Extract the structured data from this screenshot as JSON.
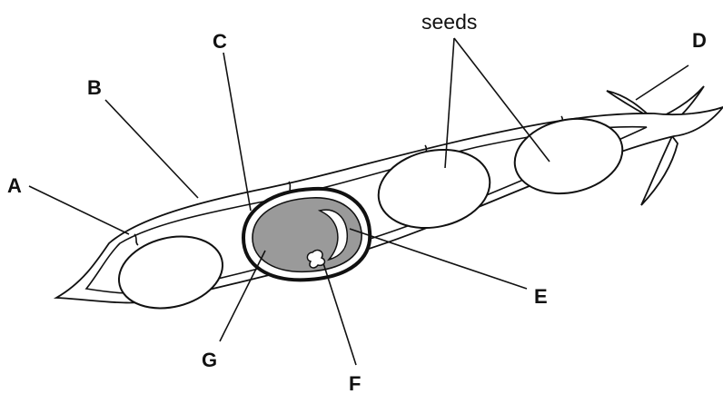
{
  "labels": {
    "A": "A",
    "B": "B",
    "C": "C",
    "D": "D",
    "E": "E",
    "F": "F",
    "G": "G",
    "seeds": "seeds"
  },
  "colors": {
    "outline": "#111111",
    "cotyledon_fill": "#9a9a9a",
    "background": "#ffffff"
  }
}
